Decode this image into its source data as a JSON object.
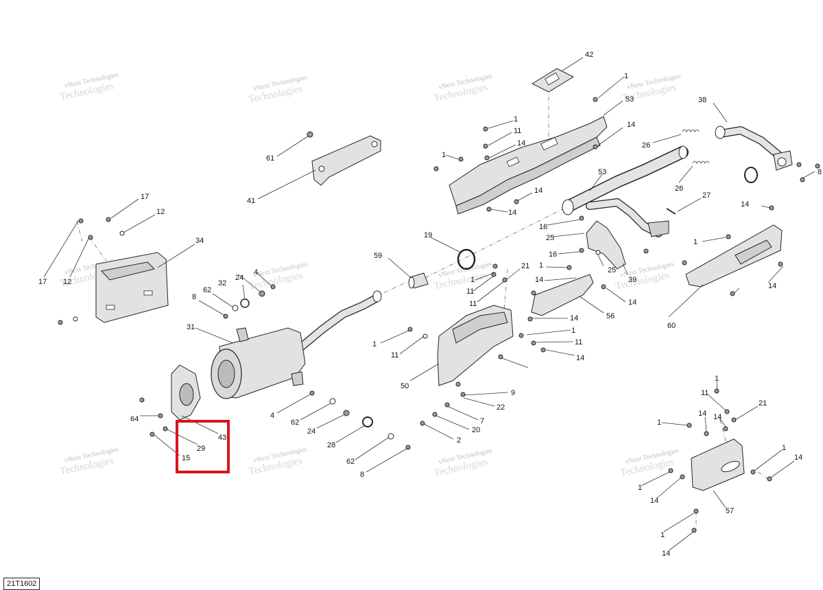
{
  "diagram": {
    "watermark": {
      "line1": "vNext Technologies",
      "line2": "Technologies"
    },
    "drawing_code": "21T1602",
    "highlight_color": "#d8141e",
    "callouts": [
      {
        "id": "c42a",
        "text": "42"
      },
      {
        "id": "c1a",
        "text": "1"
      },
      {
        "id": "c53a",
        "text": "53"
      },
      {
        "id": "c38",
        "text": "38"
      },
      {
        "id": "c1b",
        "text": "1"
      },
      {
        "id": "c11a",
        "text": "11"
      },
      {
        "id": "c14a",
        "text": "14"
      },
      {
        "id": "c14b",
        "text": "14"
      },
      {
        "id": "c1c",
        "text": "1"
      },
      {
        "id": "c26a",
        "text": "26"
      },
      {
        "id": "c26b",
        "text": "26"
      },
      {
        "id": "c8a",
        "text": "8"
      },
      {
        "id": "c53b",
        "text": "53"
      },
      {
        "id": "c27",
        "text": "27"
      },
      {
        "id": "c61",
        "text": "61"
      },
      {
        "id": "c41",
        "text": "41"
      },
      {
        "id": "c14c",
        "text": "14"
      },
      {
        "id": "c14d",
        "text": "14"
      },
      {
        "id": "c17a",
        "text": "17"
      },
      {
        "id": "c12a",
        "text": "12"
      },
      {
        "id": "c34",
        "text": "34"
      },
      {
        "id": "c16a",
        "text": "16"
      },
      {
        "id": "c25a",
        "text": "25"
      },
      {
        "id": "c19",
        "text": "19"
      },
      {
        "id": "c16b",
        "text": "16"
      },
      {
        "id": "c25b",
        "text": "25"
      },
      {
        "id": "c39",
        "text": "39"
      },
      {
        "id": "c1d",
        "text": "1"
      },
      {
        "id": "c14e",
        "text": "14"
      },
      {
        "id": "c17b",
        "text": "17"
      },
      {
        "id": "c12b",
        "text": "12"
      },
      {
        "id": "c59",
        "text": "59"
      },
      {
        "id": "c4a",
        "text": "4"
      },
      {
        "id": "c24a",
        "text": "24"
      },
      {
        "id": "c32",
        "text": "32"
      },
      {
        "id": "c62a",
        "text": "62"
      },
      {
        "id": "c8b",
        "text": "8"
      },
      {
        "id": "c1e",
        "text": "1"
      },
      {
        "id": "c11b",
        "text": "11"
      },
      {
        "id": "c11c",
        "text": "11"
      },
      {
        "id": "c21a",
        "text": "21"
      },
      {
        "id": "c1f",
        "text": "1"
      },
      {
        "id": "c14f",
        "text": "14"
      },
      {
        "id": "c60",
        "text": "60"
      },
      {
        "id": "c56",
        "text": "56"
      },
      {
        "id": "c14g",
        "text": "14"
      },
      {
        "id": "c31",
        "text": "31"
      },
      {
        "id": "c14h",
        "text": "14"
      },
      {
        "id": "c1g",
        "text": "1"
      },
      {
        "id": "c11d",
        "text": "11"
      },
      {
        "id": "c1h",
        "text": "1"
      },
      {
        "id": "c11e",
        "text": "11"
      },
      {
        "id": "c14i",
        "text": "14"
      },
      {
        "id": "c14j",
        "text": "14"
      },
      {
        "id": "c50",
        "text": "50"
      },
      {
        "id": "c9",
        "text": "9"
      },
      {
        "id": "c22",
        "text": "22"
      },
      {
        "id": "c7",
        "text": "7"
      },
      {
        "id": "c20",
        "text": "20"
      },
      {
        "id": "c2",
        "text": "2"
      },
      {
        "id": "c4b",
        "text": "4"
      },
      {
        "id": "c64",
        "text": "64"
      },
      {
        "id": "c62b",
        "text": "62"
      },
      {
        "id": "c24b",
        "text": "24"
      },
      {
        "id": "c43",
        "text": "43"
      },
      {
        "id": "c29",
        "text": "29"
      },
      {
        "id": "c15",
        "text": "15"
      },
      {
        "id": "c28",
        "text": "28"
      },
      {
        "id": "c62c",
        "text": "62"
      },
      {
        "id": "c8c",
        "text": "8"
      },
      {
        "id": "c1i",
        "text": "1"
      },
      {
        "id": "c11f",
        "text": "11"
      },
      {
        "id": "c21b",
        "text": "21"
      },
      {
        "id": "c1j",
        "text": "1"
      },
      {
        "id": "c14k",
        "text": "14"
      },
      {
        "id": "c14l",
        "text": "14"
      },
      {
        "id": "c1k",
        "text": "1"
      },
      {
        "id": "c14m",
        "text": "14"
      },
      {
        "id": "c14n",
        "text": "14"
      },
      {
        "id": "c1l",
        "text": "1"
      },
      {
        "id": "c57",
        "text": "57"
      },
      {
        "id": "c1m",
        "text": "1"
      },
      {
        "id": "c14o",
        "text": "14"
      }
    ]
  }
}
